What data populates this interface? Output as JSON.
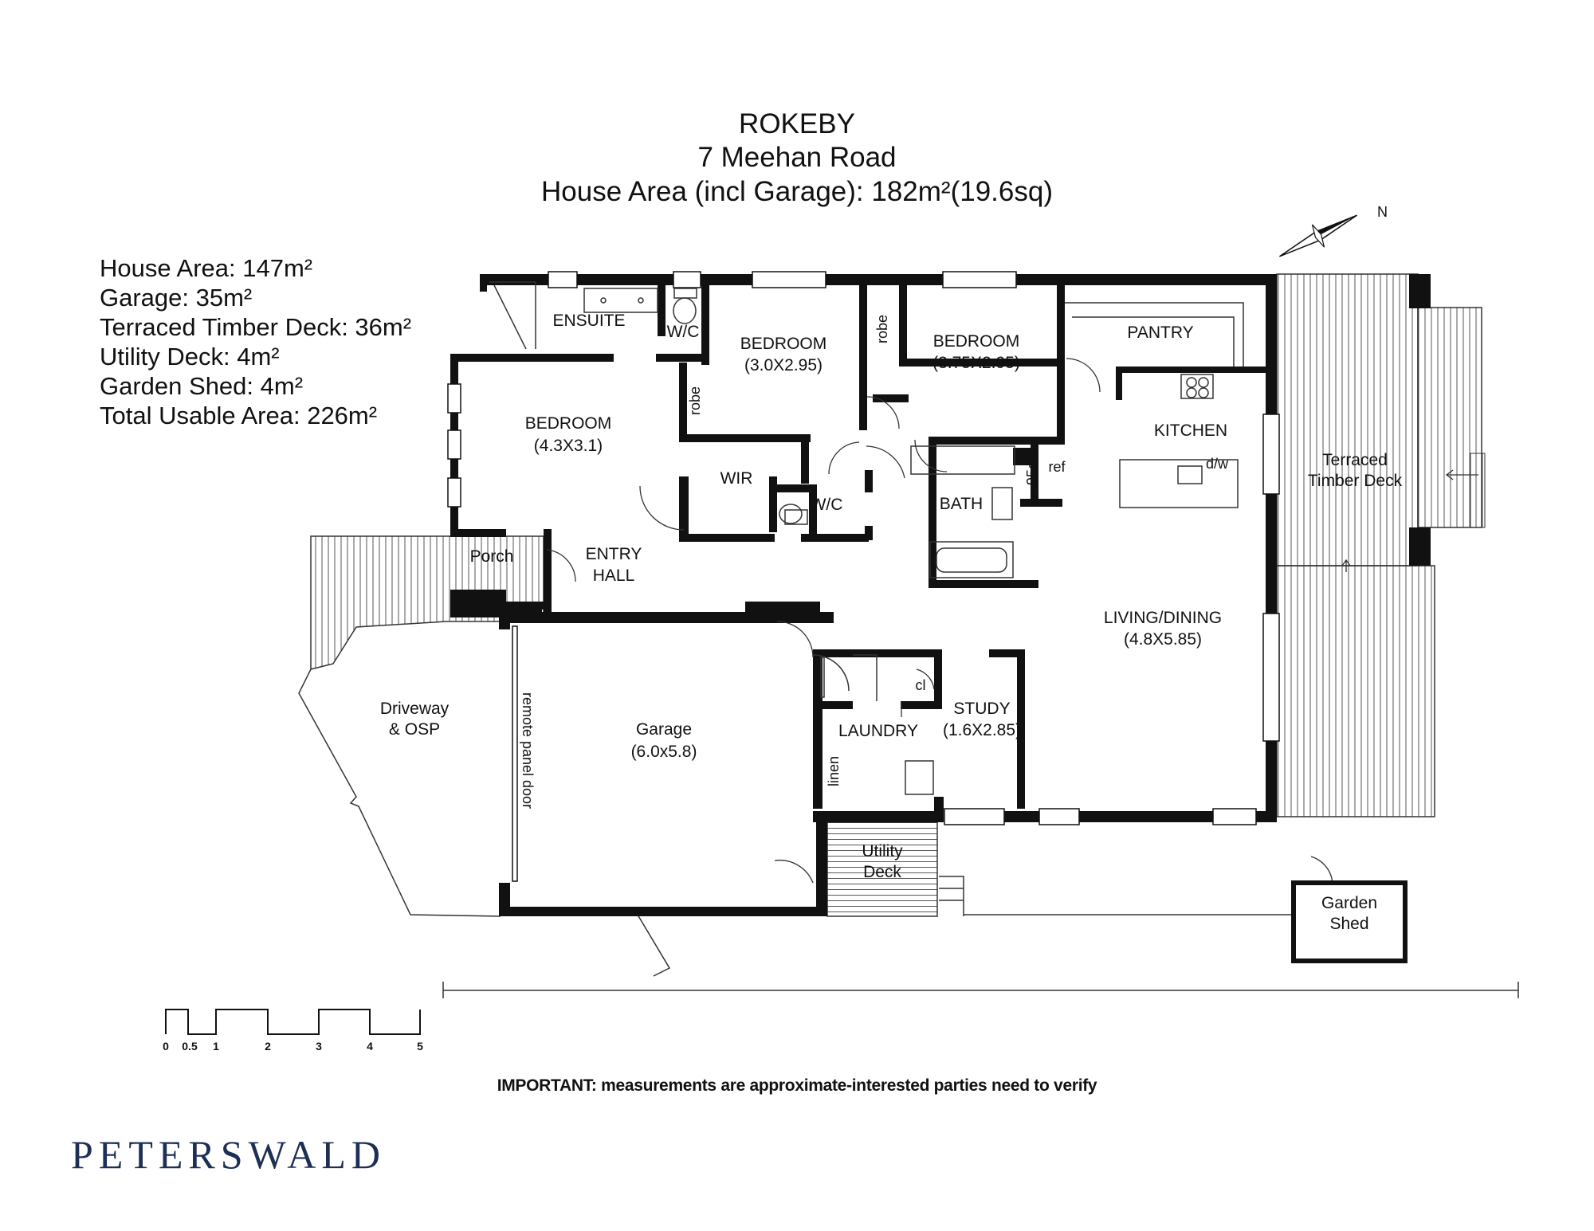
{
  "header": {
    "suburb": "ROKEBY",
    "address": "7 Meehan Road",
    "house_area_total": "House Area (incl Garage): 182m²(19.6sq)"
  },
  "areas": [
    "House Area: 147m²",
    "Garage: 35m²",
    "Terraced Timber Deck: 36m²",
    "Utility Deck: 4m²",
    "Garden Shed: 4m²",
    "Total Usable Area: 226m²"
  ],
  "rooms": {
    "ensuite": "ENSUITE",
    "wc_ensuite": "W/C",
    "bedroom2_name": "BEDROOM",
    "bedroom2_size": "(3.0X2.95)",
    "robe_a": "robe",
    "bedroom3_name": "BEDROOM",
    "bedroom3_size": "(3.75X2.95)",
    "pantry": "PANTRY",
    "master_name": "BEDROOM",
    "master_size": "(4.3X3.1)",
    "robe_b": "robe",
    "wir": "WIR",
    "wc_hall": "W/C",
    "kitchen": "KITCHEN",
    "dw": "d/w",
    "bath": "BATH",
    "width_95": "95cm",
    "ref": "ref",
    "porch": "Porch",
    "entry_line1": "ENTRY",
    "entry_line2": "HALL",
    "deck_line1": "Terraced",
    "deck_line2": "Timber Deck",
    "living_name": "LIVING/DINING",
    "living_size": "(4.8X5.85)",
    "driveway_line1": "Driveway",
    "driveway_line2": "& OSP",
    "remote_door": "remote panel door",
    "garage_name": "Garage",
    "garage_size": "(6.0x5.8)",
    "cl": "cl",
    "laundry": "LAUNDRY",
    "linen": "linen",
    "study_name": "STUDY",
    "study_size": "(1.6X2.85)",
    "utility_line1": "Utility",
    "utility_line2": "Deck",
    "shed_line1": "Garden",
    "shed_line2": "Shed",
    "north": "N"
  },
  "scale": {
    "labels": [
      "0",
      "0.5",
      "1",
      "2",
      "3",
      "4",
      "5"
    ]
  },
  "note": "IMPORTANT: measurements are approximate-interested parties need to verify",
  "brand": "PETERSWALD",
  "colors": {
    "wall": "#111111",
    "brand": "#1e2f55",
    "line": "#555555"
  }
}
